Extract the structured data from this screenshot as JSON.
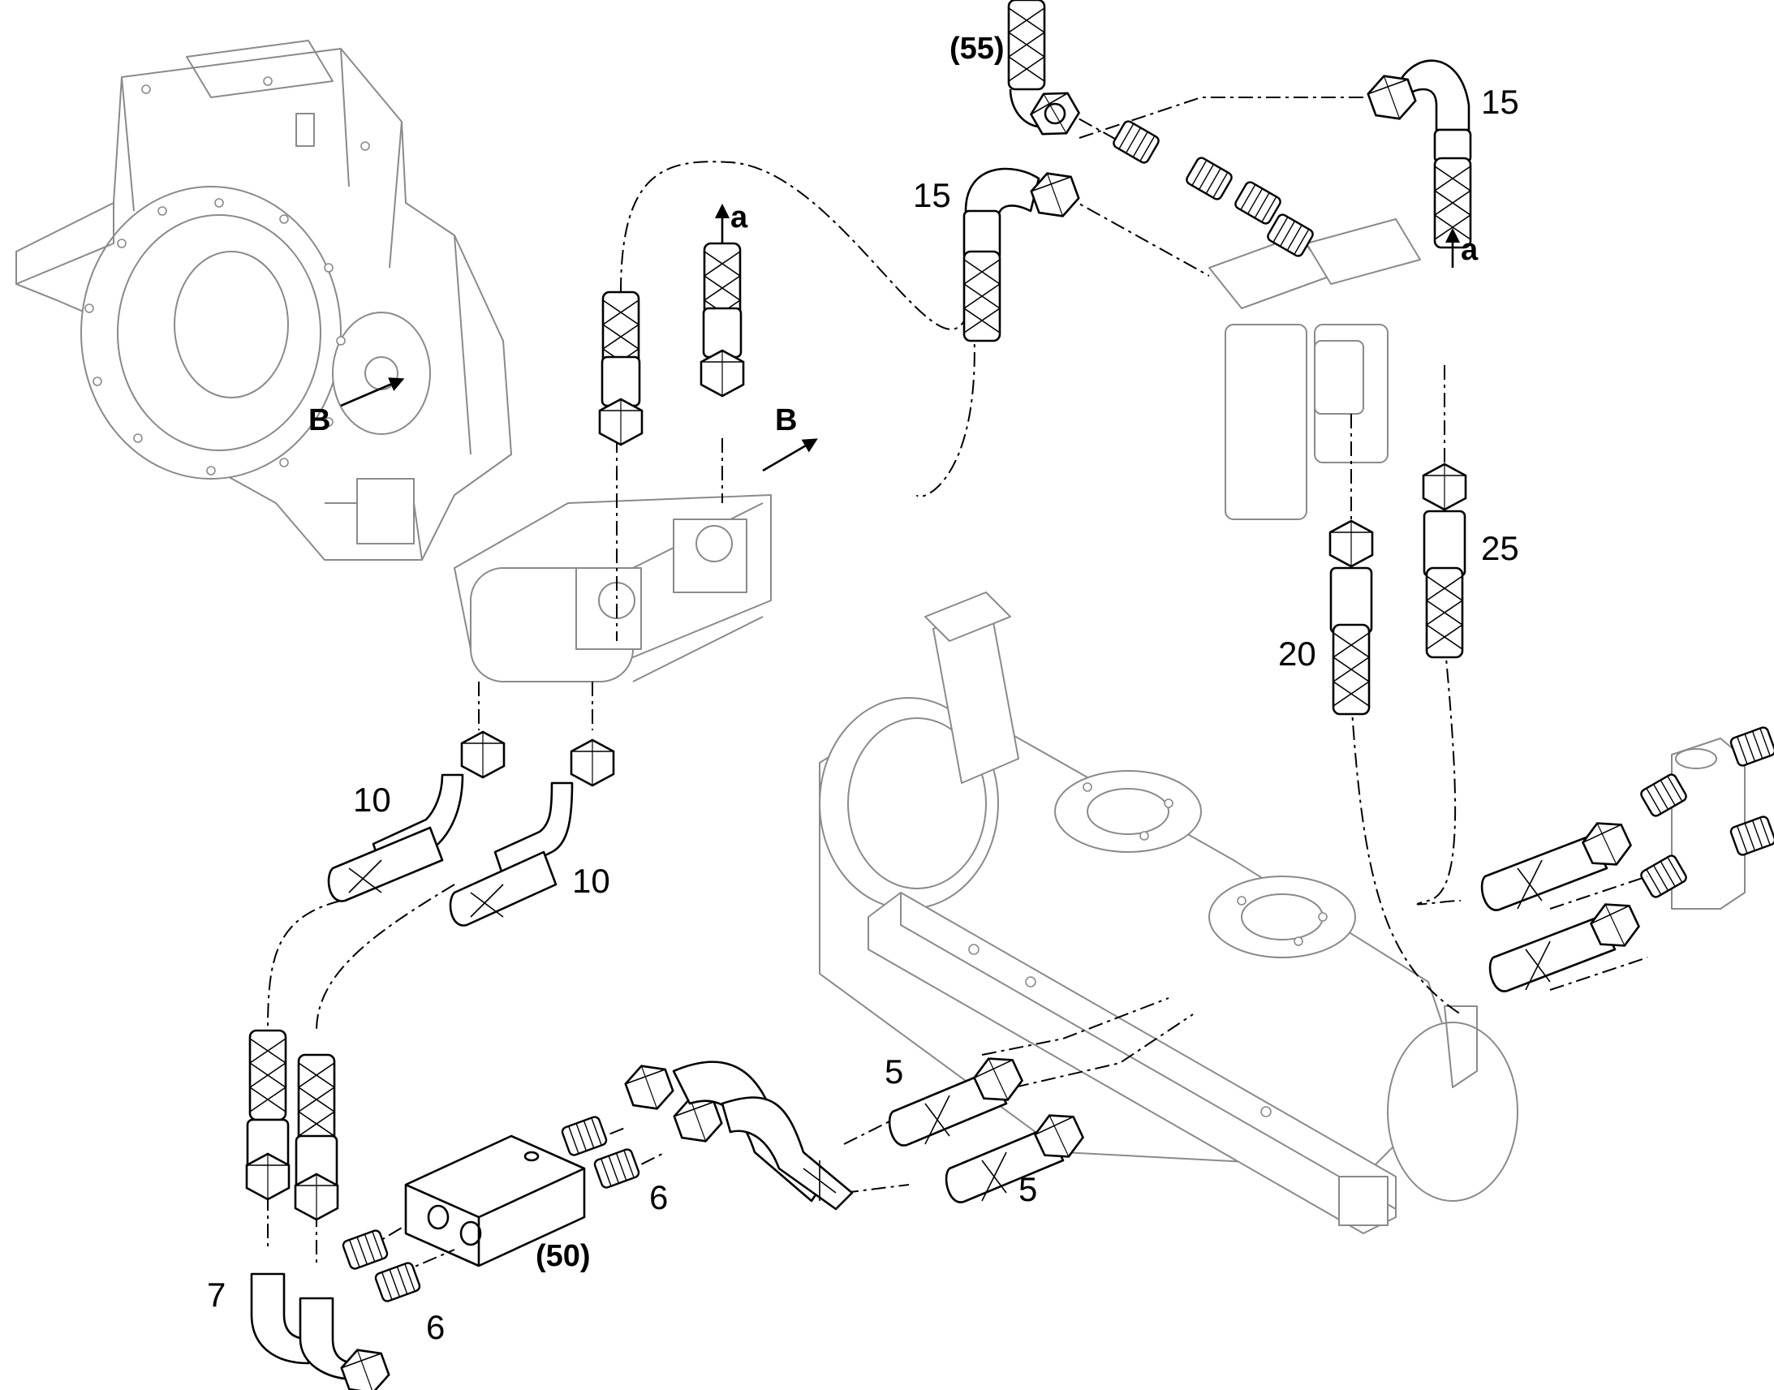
{
  "labels": {
    "p55": "(55)",
    "p15_top_right": "15",
    "p15_top_mid": "15",
    "a_arrow_top": "a",
    "a_arrow_right": "a",
    "b_arrow_left": "B",
    "b_arrow_right": "B",
    "p25": "25",
    "p20": "20",
    "p10_upper": "10",
    "p10_lower": "10",
    "p5_upper": "5",
    "p5_lower": "5",
    "p6_upper": "6",
    "p6_lower": "6",
    "p7": "7",
    "p50": "(50)"
  },
  "icons": {
    "transmission_housing": "transmission-housing-icon",
    "hydraulic_pump": "hydraulic-pump-icon",
    "filter_assembly": "twin-filter-icon",
    "axle": "axle-housing-icon",
    "distribution_block": "distribution-block-icon",
    "valve_block": "valve-block-icon"
  },
  "colors": {
    "line_art": "#000000",
    "ghosted_parts": "#8a8a8a",
    "background": "#ffffff"
  }
}
